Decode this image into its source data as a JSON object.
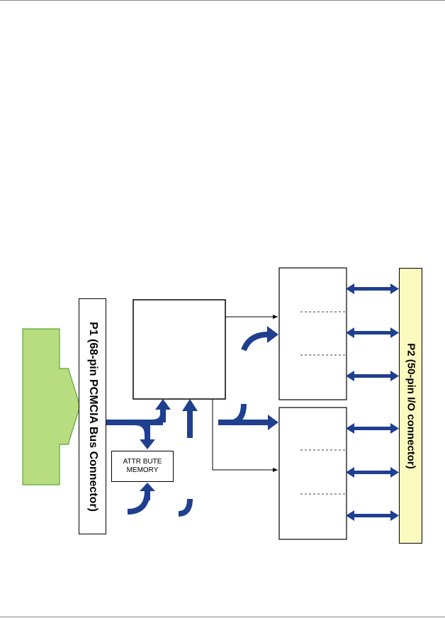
{
  "colors": {
    "arrow_blue": "#1f3f8f",
    "host_green": "#b8dc80",
    "host_green_border": "#5aa63c",
    "p2_yellow": "#fbfbc0"
  },
  "p1": {
    "label": "P1 (68-pin PCMCIA Bus Connector)"
  },
  "p2": {
    "label": "P2 (50-pin I/O connector)"
  },
  "attribute_memory": {
    "line1": "ATTR BUTE",
    "line2": "MEMORY"
  }
}
